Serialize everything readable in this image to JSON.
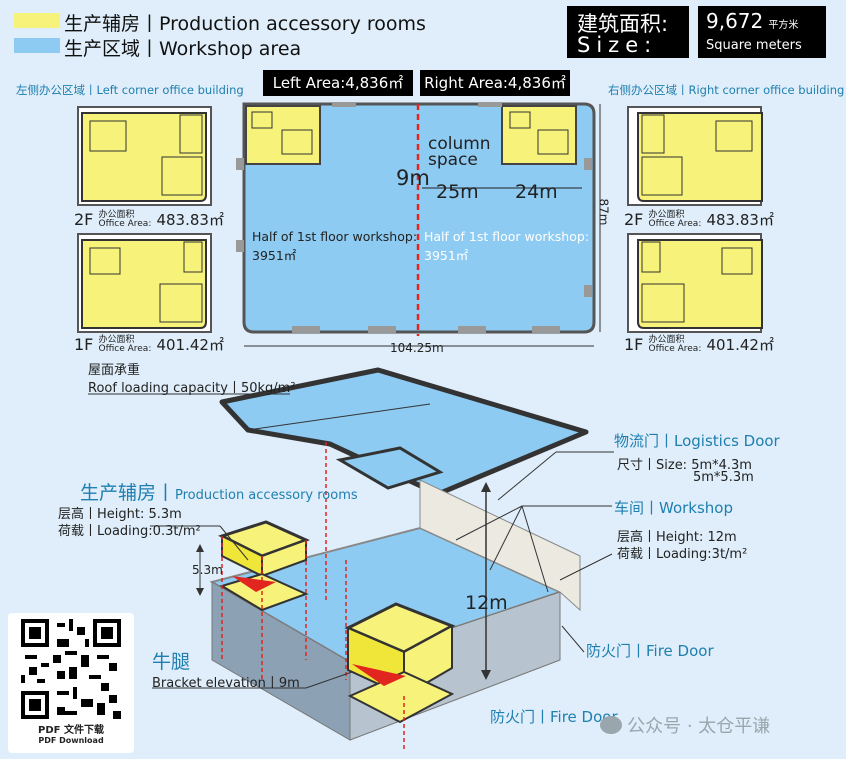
{
  "legend": {
    "accessory": {
      "label": "生产辅房丨Production accessory rooms",
      "color": "#f7f27a"
    },
    "workshop": {
      "label": "生产区域丨Workshop area",
      "color": "#8ecbf2"
    }
  },
  "building_area": {
    "label_cn": "建筑面积:",
    "label_en": "Size:",
    "value": "9,672",
    "unit_cn": "平方米",
    "unit_en": "Square meters"
  },
  "plan": {
    "left_area": "Left Area:4,836㎡",
    "right_area": "Right Area:4,836㎡",
    "left_office_title": "左侧办公区域丨Left corner office building",
    "right_office_title": "右侧办公区域丨Right corner office building",
    "column_space": "column\nspace",
    "dim_9m": "9m",
    "dim_25m": "25m",
    "dim_24m": "24m",
    "dim_87m": "87m",
    "dim_width": "104.25m",
    "half_left": "Half of 1st floor workshop:",
    "half_left_val": "3951㎡",
    "half_right": "Half of 1st floor workshop:",
    "half_right_val": "3951㎡",
    "floor_2f": "2F",
    "floor_1f": "1F",
    "office_area_cn": "办公面积",
    "office_area_en": "Office Area:",
    "office_2f_value": "483.83㎡",
    "office_1f_value": "401.42㎡"
  },
  "axon": {
    "roof_cn": "屋面承重",
    "roof_en": "Roof loading capacity丨50kg/m²",
    "logistics_door": "物流门丨Logistics Door",
    "logistics_size_1": "尺寸丨Size:  5m*4.3m",
    "logistics_size_2": "5m*5.3m",
    "accessory_title_cn": "生产辅房丨",
    "accessory_title_en": "Production accessory rooms",
    "accessory_height": "层高丨Height: 5.3m",
    "accessory_loading": "荷载丨Loading:0.3t/m²",
    "dim_5_3m": "5.3m",
    "workshop_title": "车间丨Workshop",
    "workshop_height": "层高丨Height: 12m",
    "workshop_loading": "荷载丨Loading:3t/m²",
    "dim_12m": "12m",
    "fire_door_1": "防火门丨Fire Door",
    "fire_door_2": "防火门丨Fire Door",
    "bracket_cn": "牛腿",
    "bracket_en": "Bracket elevation丨9m"
  },
  "qr": {
    "label_cn": "PDF 文件下载",
    "label_en": "PDF Download"
  },
  "watermark": "公众号 · 太仓平谦"
}
